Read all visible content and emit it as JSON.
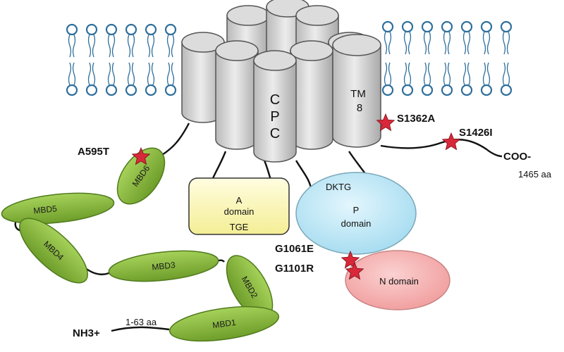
{
  "colors": {
    "mbd_fill": "#86b83c",
    "mbd_edge": "#4f7a1c",
    "cylinder": "#d4d4d4",
    "a_domain": "#fbf7b1",
    "p_domain": "#bfe7f5",
    "n_domain": "#f5b3b3",
    "mutation_star": "#d8283a",
    "lipid": "#2f6f9c"
  },
  "membrane_core": {
    "label": "CPC",
    "tm8_line1": "TM",
    "tm8_line2": "8"
  },
  "domains": {
    "a_line1": "A",
    "a_line2": "domain",
    "a_motif": "TGE",
    "p_motif": "DKTG",
    "p_line1": "P",
    "p_line2": "domain",
    "n_label": "N domain"
  },
  "mbds": [
    "MBD1",
    "MBD2",
    "MBD3",
    "MBD4",
    "MBD5",
    "MBD6"
  ],
  "mutations": {
    "a595t": "A595T",
    "g1061e": "G1061E",
    "g1101r": "G1101R",
    "s1362a": "S1362A",
    "s1426i": "S1426I"
  },
  "termini": {
    "n_term": "NH3+",
    "n_range": "1-63 aa",
    "c_term": "COO-",
    "c_range": "1465 aa"
  }
}
